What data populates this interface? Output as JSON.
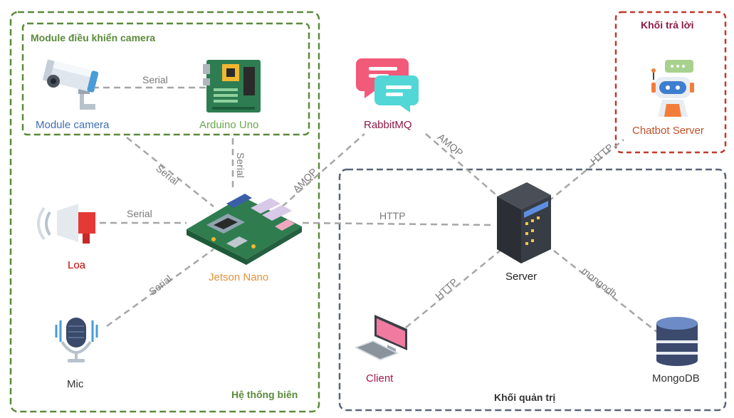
{
  "groups": {
    "edge_system": "Hệ thống biên",
    "camera_module": "Module điều khiển camera",
    "reply_block": "Khối trả lời",
    "admin_block": "Khối quản trị"
  },
  "nodes": {
    "camera": "Module camera",
    "arduino": "Arduino Uno",
    "rabbitmq": "RabbitMQ",
    "chatbot": "Chatbot Server",
    "speaker": "Loa",
    "jetson": "Jetson Nano",
    "server": "Server",
    "mic": "Mic",
    "client": "Client",
    "mongodb": "MongoDB"
  },
  "edges": {
    "camera_arduino": "Serial",
    "camera_jetson": "Serial",
    "arduino_jetson": "Serial",
    "speaker_jetson": "Serial",
    "mic_jetson": "Serial",
    "jetson_rabbitmq": "AMQP",
    "rabbitmq_server": "AMQP",
    "jetson_server": "HTTP",
    "server_chatbot": "HTTP",
    "client_server": "HTTP",
    "server_mongodb": "mongodb"
  },
  "colors": {
    "green_group": "#5b8a3a",
    "red_group": "#c0392b",
    "slate_group": "#5a6478",
    "connector": "#a6a6a6",
    "camera_label": "#3c6fb4",
    "arduino_label": "#6aa84f",
    "speaker_label": "#c00000",
    "jetson_label": "#e69138",
    "rabbitmq_label": "#8e1a45",
    "chatbot_label": "#c0502a",
    "server_label": "#222222",
    "client_label": "#a0184a",
    "mongodb_label": "#333333",
    "mic_label": "#333333"
  },
  "icons": {
    "camera": "security-camera-icon",
    "arduino": "circuit-board-icon",
    "rabbitmq": "chat-bubbles-icon",
    "chatbot": "robot-icon",
    "speaker": "megaphone-icon",
    "jetson": "motherboard-icon",
    "server": "server-rack-icon",
    "mic": "microphone-icon",
    "client": "desktop-computer-icon",
    "mongodb": "database-icon"
  }
}
